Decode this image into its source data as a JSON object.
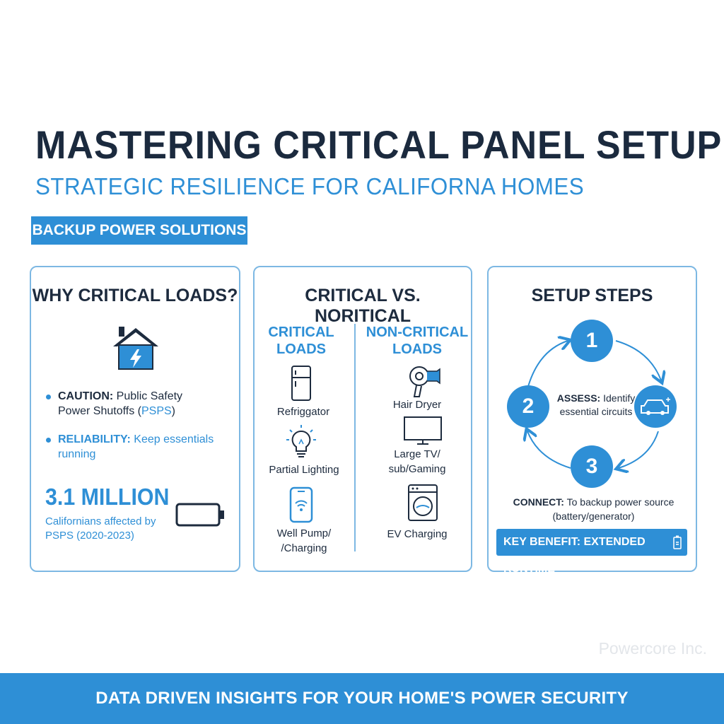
{
  "header": {
    "title": "MASTERING CRITICAL  PANEL SETUP",
    "subtitle": "STRATEGIC RESILIENCE FOR CALIFORNA HOMES",
    "badge": "BACKUP POWER SOLUTIONS"
  },
  "card_why": {
    "title": "WHY CRITICAL LOADS?",
    "bullet1_label": "CAUTION:",
    "bullet1_text_a": "Public Safety",
    "bullet1_text_b": "Power Shutoffs (",
    "bullet1_text_c": "PSPS",
    "bullet1_text_d": ")",
    "bullet2_label": "RELIABILITY:",
    "bullet2_text_a": "Keep essentials",
    "bullet2_text_b": "running",
    "stat_value": "3.1 MILLION",
    "stat_caption_a": "Californians affected by",
    "stat_caption_b": "PSPS (2020-2023)"
  },
  "card_compare": {
    "title": "CRITICAL VS. NORITICAL",
    "critical_head_a": "CRITICAL",
    "critical_head_b": "LOADS",
    "noncritical_head_a": "NON-CRITICAL",
    "noncritical_head_b": "LOADS",
    "critical_items": [
      "Refriggator",
      "Partial Lighting",
      "Well Pump/",
      "/Charging"
    ],
    "noncritical_items": [
      "Hair Dryer",
      "Large TV/",
      "sub/Gaming",
      "EV Charging"
    ]
  },
  "card_steps": {
    "title": "SETUP STEPS",
    "step1": "1",
    "step2": "2",
    "step3": "3",
    "assess_label": "ASSESS:",
    "assess_text_a": "Identify",
    "assess_text_b": "essential circuits",
    "connect_label": "CONNECT:",
    "connect_text_a": "To backup power source",
    "connect_text_b": "(battery/generator)",
    "benefit": "KEY BENEFIT: EXTENDED RUNTIME"
  },
  "watermark": "Powercore Inc.",
  "footer": "DATA DRIVEN INSIGHTS FOR YOUR HOME'S POWER SECURITY",
  "colors": {
    "accent": "#2e8fd6",
    "dark": "#1b2a3e",
    "border": "#7db8e3"
  },
  "icons": [
    "house-bolt-icon",
    "battery-icon",
    "refrigerator-icon",
    "lightbulb-icon",
    "phone-wifi-icon",
    "hair-dryer-icon",
    "tv-icon",
    "washer-icon",
    "car-icon",
    "battery-small-icon"
  ]
}
